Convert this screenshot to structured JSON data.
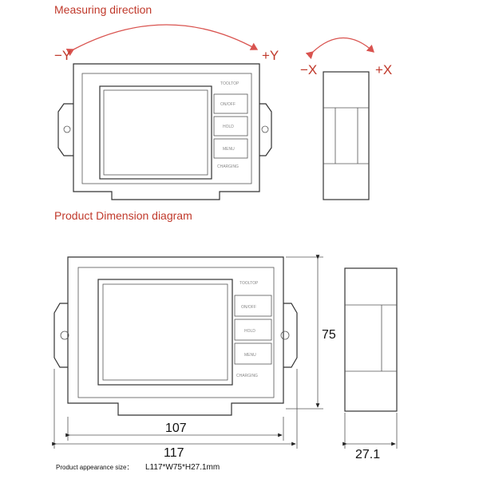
{
  "headings": {
    "measuring": "Measuring direction",
    "dimension": "Product Dimension diagram"
  },
  "axes": {
    "neg_y": "−Y",
    "pos_y": "+Y",
    "neg_x": "−X",
    "pos_x": "+X"
  },
  "device": {
    "logo": "TOOLTOP",
    "buttons": [
      "ON/OFF",
      "HOLD",
      "MENU"
    ],
    "charging": "CHARGING"
  },
  "dimensions": {
    "height": "75",
    "inner_width": "107",
    "length": "117",
    "depth": "27.1"
  },
  "footer": {
    "label": "Product appearance size：",
    "value": "L117*W75*H27.1mm"
  },
  "colors": {
    "heading": "#c0392b",
    "arrow": "#d9534f"
  }
}
